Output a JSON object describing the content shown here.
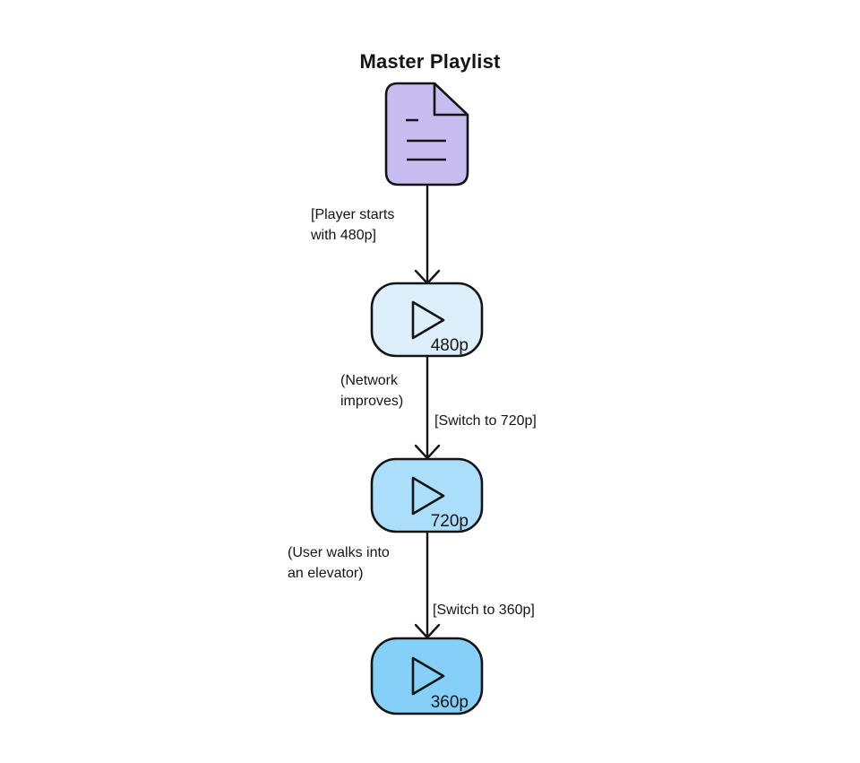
{
  "title": "Master Playlist",
  "master": {
    "icon": "document-icon",
    "fill": "#c8bdf0"
  },
  "players": [
    {
      "label": "480p",
      "fill": "#ddeffb"
    },
    {
      "label": "720p",
      "fill": "#abdefa"
    },
    {
      "label": "360p",
      "fill": "#85d0f8"
    }
  ],
  "edges": [
    {
      "left_label": "[Player starts\nwith 480p]",
      "right_label": ""
    },
    {
      "left_label": "(Network\nimproves)",
      "right_label": "[Switch to 720p]"
    },
    {
      "left_label": "(User walks into\nan elevator)",
      "right_label": "[Switch to 360p]"
    }
  ],
  "colors": {
    "stroke": "#141414",
    "background": "#ffffff"
  }
}
